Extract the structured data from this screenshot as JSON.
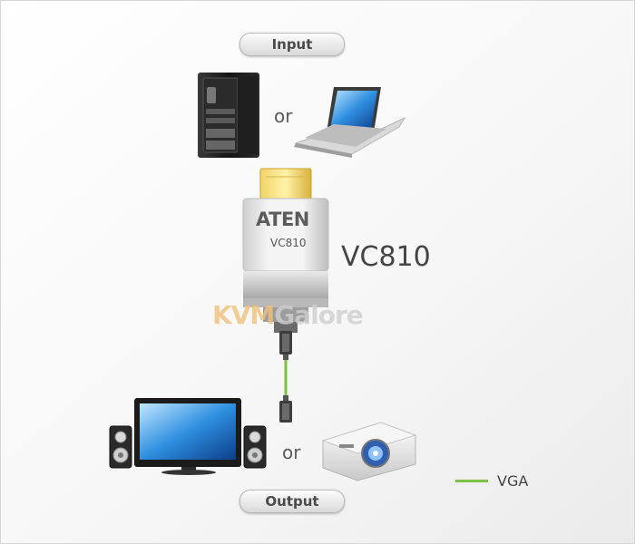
{
  "labels": {
    "input": "Input",
    "output": "Output",
    "or_top": "or",
    "or_bottom": "or",
    "model": "VC810",
    "device_brand": "ATEN",
    "device_model": "VC810",
    "watermark_kvm": "KVM",
    "watermark_galore": "Galore"
  },
  "legend": {
    "label": "VGA",
    "color": "#7cc142"
  },
  "colors": {
    "cable": "#7cc142",
    "hdmi_plug": "#e8c94a",
    "device_body": "#e6e6e6",
    "pill_text": "#4a4a4a"
  },
  "icons": [
    "desktop-tower-icon",
    "laptop-icon",
    "hdmi-connector-icon",
    "vga-connector-icon",
    "monitor-icon",
    "speaker-icon",
    "projector-icon"
  ]
}
